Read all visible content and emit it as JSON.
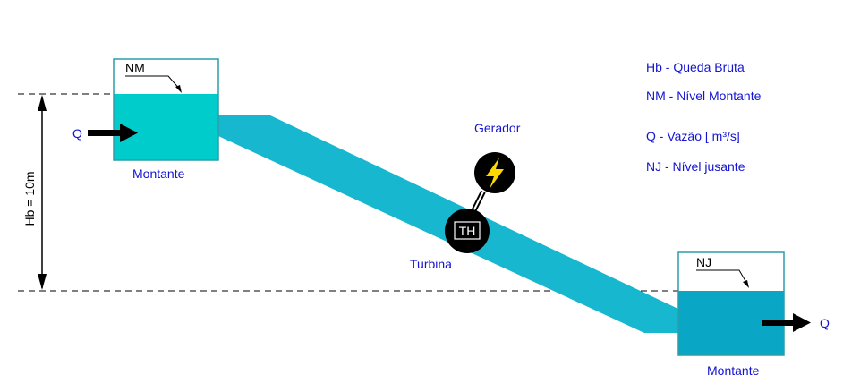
{
  "colors": {
    "upper_water": "#00cccc",
    "lower_water": "#0aa6c6",
    "penstock": "#17b7cf",
    "tank_outline": "#2a9ea8",
    "label_blue": "#1414d2",
    "black": "#000000"
  },
  "upper_reservoir": {
    "level_tag": "NM",
    "inflow_label": "Q",
    "name": "Montante"
  },
  "lower_reservoir": {
    "level_tag": "NJ",
    "outflow_label": "Q",
    "name": "Montante"
  },
  "head_dimension": {
    "label": "Hb = 10m"
  },
  "turbine": {
    "tag": "TH",
    "name": "Turbina"
  },
  "generator": {
    "name": "Gerador",
    "icon": "lightning-bolt-icon"
  },
  "legend": [
    "Hb - Queda Bruta",
    "NM - Nível Montante",
    "Q - Vazão [ m³/s]",
    "NJ - Nível jusante"
  ]
}
